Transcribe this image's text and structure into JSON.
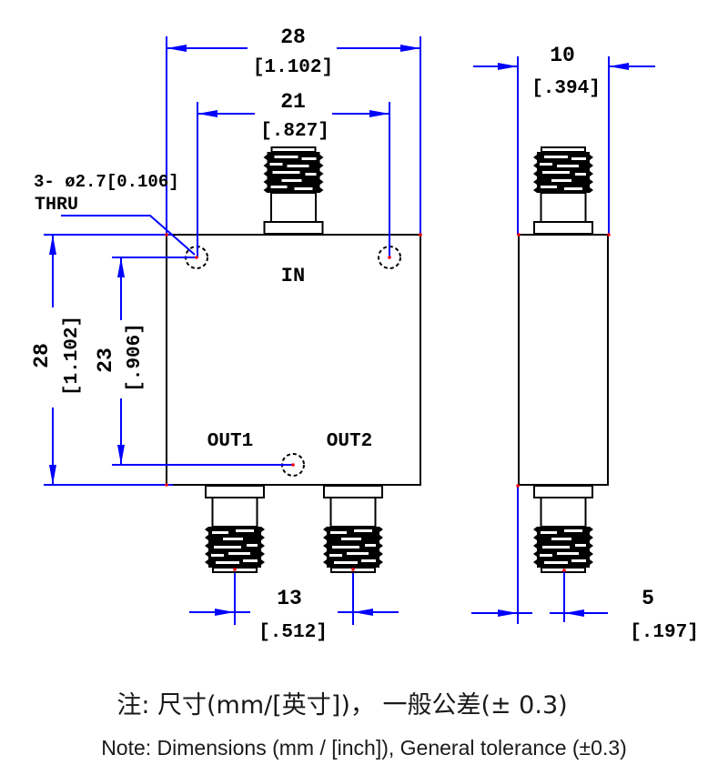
{
  "dims": {
    "body_width": {
      "mm": "28",
      "inch": "[1.102]"
    },
    "hole_span": {
      "mm": "21",
      "inch": "[.827]"
    },
    "body_depth": {
      "mm": "10",
      "inch": "[.394]"
    },
    "body_height": {
      "mm": "28",
      "inch": "[1.102]"
    },
    "hole_height": {
      "mm": "23",
      "inch": "[.906]"
    },
    "out_span": {
      "mm": "13",
      "inch": "[.512]"
    },
    "edge_offset": {
      "mm": "5",
      "inch": "[.197]"
    }
  },
  "callouts": {
    "holes_line1": "3- ø2.7[0.106]",
    "holes_line2": "THRU"
  },
  "ports": {
    "in": "IN",
    "out1": "OUT1",
    "out2": "OUT2"
  },
  "notes": {
    "chinese": "注: 尺寸(mm/[英寸])， 一般公差(± 0.3)",
    "english": "Note: Dimensions (mm / [inch]), General tolerance (±0.3)"
  },
  "colors": {
    "dimension_blue": "#0000ff",
    "outline_black": "#000000",
    "snap_red": "#ff0000",
    "background": "#ffffff"
  }
}
